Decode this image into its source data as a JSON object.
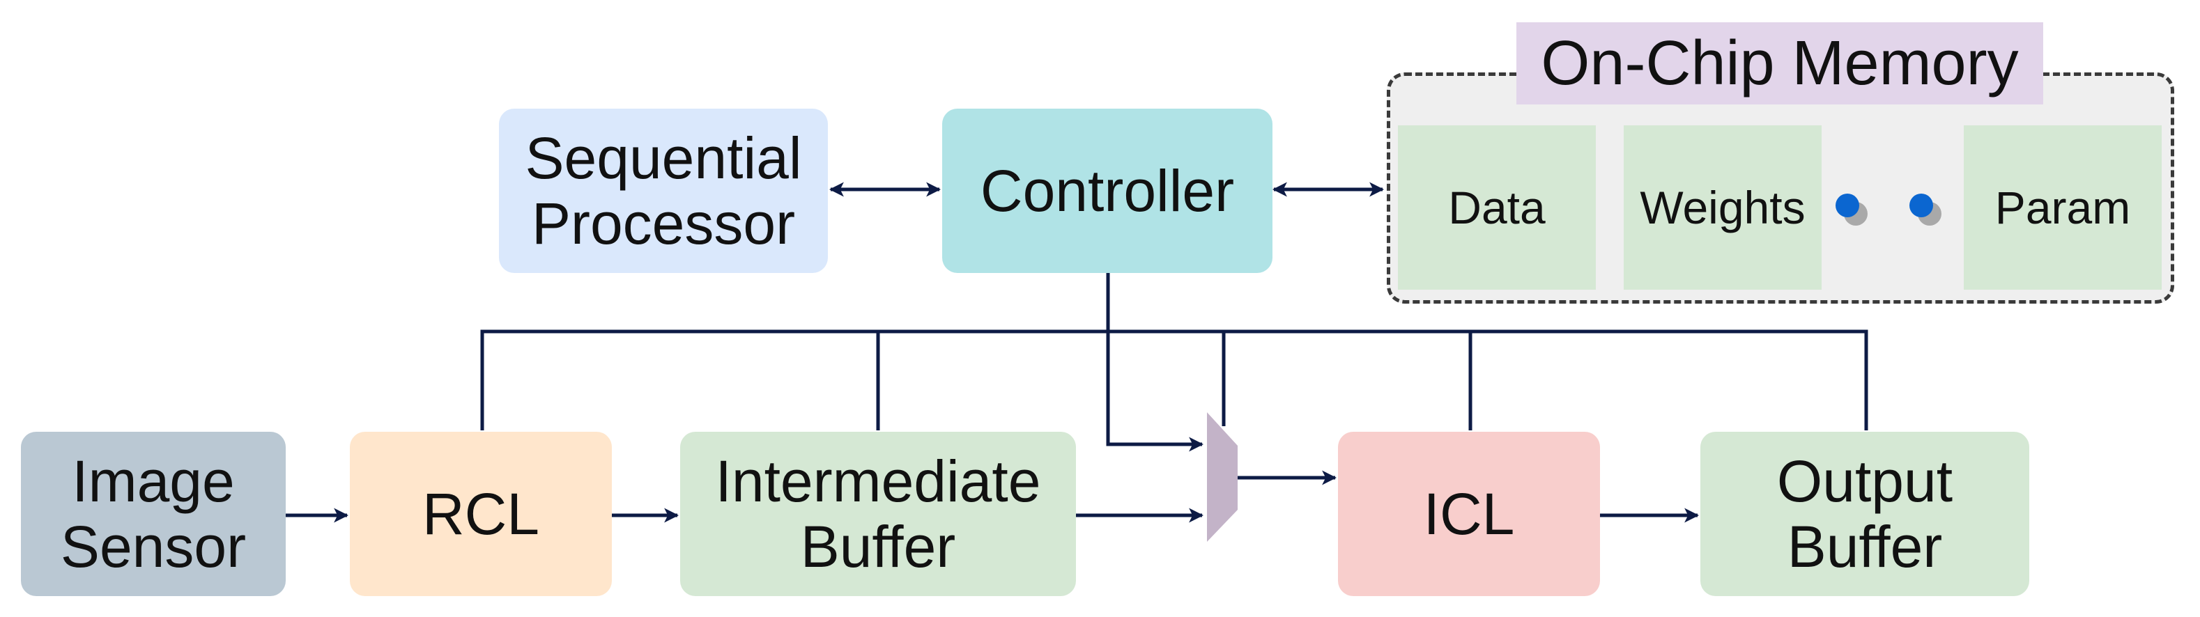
{
  "memory": {
    "title": "On-Chip Memory",
    "cells": [
      "Data",
      "Weights",
      "Param"
    ]
  },
  "blocks": {
    "sequential_processor": "Sequential\nProcessor",
    "controller": "Controller",
    "image_sensor": "Image\nSensor",
    "rcl": "RCL",
    "intermediate_buffer": "Intermediate\nBuffer",
    "icl": "ICL",
    "output_buffer": "Output\nBuffer"
  },
  "colors": {
    "wire": "#0d1b45",
    "sequential_processor": "#dae8fc",
    "controller": "#b0e3e6",
    "image_sensor": "#bac8d3",
    "rcl": "#ffe6cc",
    "buffer": "#d5e8d4",
    "icl": "#f8cecc",
    "mux": "#c3b3c8",
    "dot_front": "#0b66d0",
    "dot_back": "#a9a9a9"
  }
}
